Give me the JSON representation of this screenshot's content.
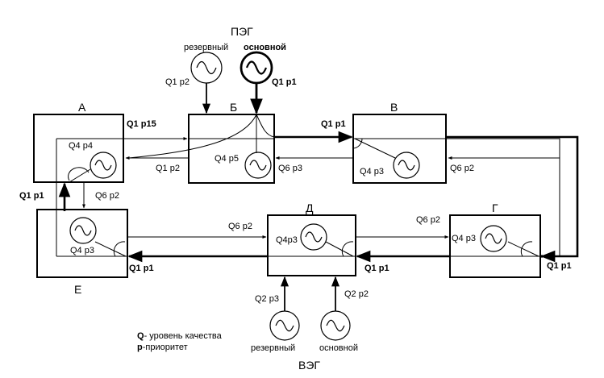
{
  "groups": {
    "peg": "ПЭГ",
    "veg": "ВЭГ"
  },
  "generators": {
    "peg_reserve": "резервный",
    "peg_main": "основной",
    "veg_reserve": "резервный",
    "veg_main": "основной"
  },
  "nodes": {
    "a": "А",
    "b": "Б",
    "v": "В",
    "g": "Г",
    "d": "Д",
    "e": "Е"
  },
  "labels": {
    "q1p2_top": "Q1 p2",
    "q1p1_top": "Q1 p1",
    "q1p15": "Q1 p15",
    "q4p4": "Q4 p4",
    "q1p2_ab": "Q1 p2",
    "q4p5": "Q4 p5",
    "q6p3_b": "Q6 p3",
    "q1p1_bv": "Q1 p1",
    "q4p3_v": "Q4 p3",
    "q6p2_v": "Q6 p2",
    "q1p1_ae": "Q1 p1",
    "q6p2_a": "Q6 p2",
    "q4p3_e": "Q4 p3",
    "q1p1_de": "Q1 p1",
    "q6p2_ed": "Q6 p2",
    "q4p3_d": "Q4p3",
    "q1p1_gd": "Q1 p1",
    "q6p2_dg": "Q6 p2",
    "q4p3_g": "Q4 p3",
    "q1p1_g": "Q1 p1",
    "q2p3": "Q2 p3",
    "q2p2": "Q2 p2"
  },
  "legend": {
    "q_key": "Q",
    "q_text": "- уровень качества",
    "p_key": "p",
    "p_text": "-приоритет"
  }
}
